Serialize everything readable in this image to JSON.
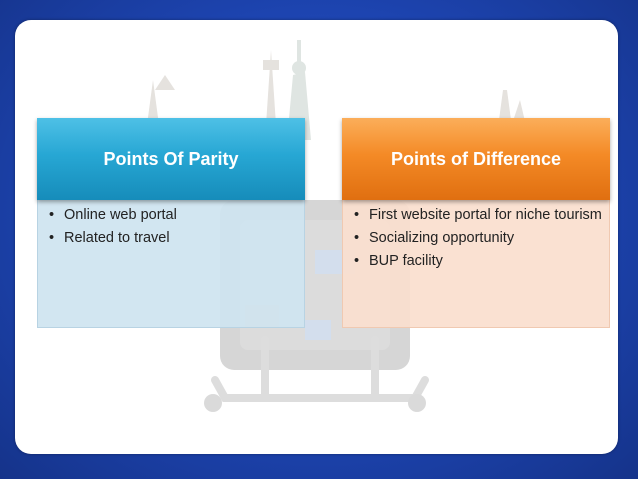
{
  "slide": {
    "columns": [
      {
        "heading": "Points Of Parity",
        "accent": "#27a7d4",
        "items": [
          "Online web portal",
          "Related to travel"
        ]
      },
      {
        "heading": "Points of Difference",
        "accent": "#f48a26",
        "items": [
          "First website portal for niche tourism",
          "Socializing opportunity",
          "BUP facility"
        ]
      }
    ]
  },
  "colors": {
    "frame_blue": "#1d44b0",
    "slide_bg": "#ffffff"
  }
}
